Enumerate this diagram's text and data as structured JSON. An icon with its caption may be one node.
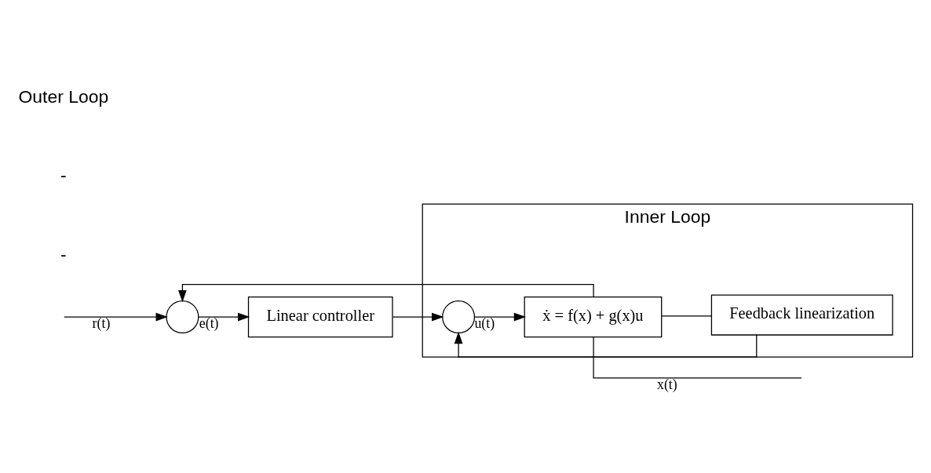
{
  "diagram": {
    "nodes": [
      {
        "text": [
          "Inner Loop"
        ]
      },
      {
        "text": [],
        "shape": "circle"
      },
      {
        "text": [
          "Linear controller"
        ]
      },
      {
        "text": [],
        "shape": "circle",
        "in": 0
      },
      {
        "text": [
          "ẋ = f(x) + g(x)u"
        ],
        "in": 0
      },
      {
        "text": [
          "Feedback linearization"
        ],
        "in": 0
      }
    ],
    "edges": [
      {
        "from": null,
        "to": 1,
        "arrow": "to",
        "label": "r(t)"
      },
      {
        "from": 1,
        "to": 2,
        "arrow": "to",
        "label": "e(t)"
      },
      {
        "from": 2,
        "to": 3,
        "arrow": "to"
      },
      {
        "from": 3,
        "to": 4,
        "arrow": "to",
        "label": "u(t)"
      },
      {
        "from": 4,
        "to": null,
        "arrow": "none",
        "label": "x(t)"
      },
      {
        "from": 4,
        "to": 5,
        "arrow": "none"
      },
      {
        "from": 5,
        "to": 3,
        "arrow": "to"
      },
      {
        "from": 4,
        "to": 1,
        "arrow": "to"
      }
    ],
    "labels": [
      "-",
      "-",
      "Outer Loop"
    ]
  }
}
